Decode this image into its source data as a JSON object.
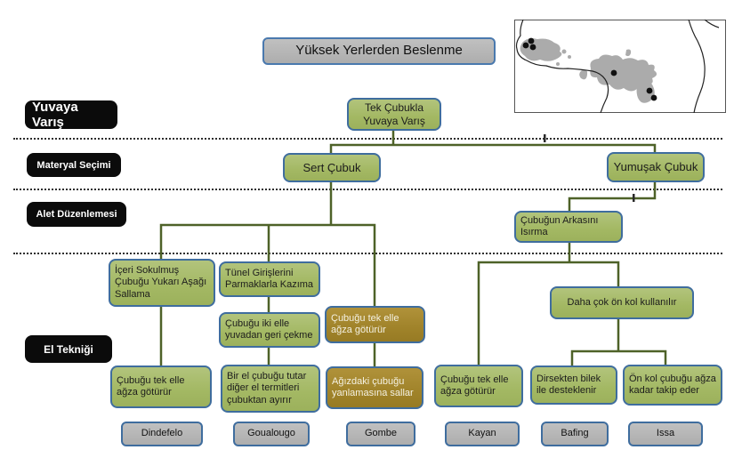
{
  "title": "Yüksek Yerlerden Beslenme",
  "rows": {
    "yuvaya_varis": "Yuvaya Varış",
    "materyal_secimi": "Materyal Seçimi",
    "alet_duzenlemesi": "Alet Düzenlemesi",
    "el_teknigi": "El Tekniği"
  },
  "nodes": {
    "root": {
      "label": "Tek Çubukla Yuvaya Varış"
    },
    "sert_cubuk": {
      "label": "Sert Çubuk"
    },
    "yumusak_cubuk": {
      "label": "Yumuşak Çubuk"
    },
    "cubugun_arkasini_isirma": {
      "label": "Çubuğun Arkasını Isırma"
    },
    "iceri_sokulmus": {
      "label": "İçeri Sokulmuş Çubuğu Yukarı Aşağı Sallama"
    },
    "tunel_girislerini": {
      "label": "Tünel Girişlerini Parmaklarla Kazıma"
    },
    "cubugu_iki_elle": {
      "label": "Çubuğu iki elle yuvadan geri çekme"
    },
    "cubugu_tek_elle_agza_brown": {
      "label": "Çubuğu tek elle ağza götürür"
    },
    "daha_cok_on_kol": {
      "label": "Daha çok ön kol kullanılır"
    },
    "cubugu_tek_elle_agza_green1": {
      "label": "Çubuğu tek elle ağza götürür"
    },
    "bir_el_cubugu_tutar": {
      "label": "Bir el çubuğu tutar diğer el termitleri çubuktan ayırır"
    },
    "agizdaki_cubugu": {
      "label": "Ağızdaki çubuğu yanlamasına sallar"
    },
    "cubugu_tek_elle_agza_green2": {
      "label": "Çubuğu tek elle ağza götürür"
    },
    "dirsekten_bilek": {
      "label": "Dirsekten bilek ile desteklenir"
    },
    "on_kol_cubugu": {
      "label": "Ön kol çubuğu ağza kadar takip eder"
    }
  },
  "sites": [
    "Dindefelo",
    "Goualougo",
    "Gombe",
    "Kayan",
    "Bafing",
    "Issa"
  ],
  "map": {
    "icon": "africa-chimpanzee-range-map",
    "study_site_dots": 6
  },
  "colors": {
    "green_fill": "#a3b863",
    "brown_fill": "#a0832a",
    "gray_fill": "#b3b3b3",
    "box_border_blue": "#3f6d9e",
    "connector_olive": "#4e6228",
    "label_black": "#0b0b0b",
    "map_land_gray": "#ababab"
  }
}
